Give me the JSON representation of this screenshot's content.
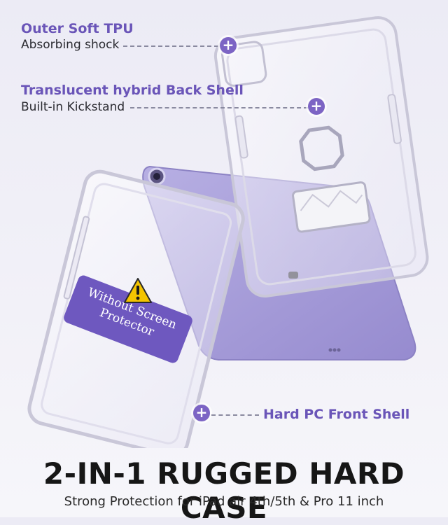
{
  "callouts": {
    "outer_tpu": {
      "title": "Outer Soft TPU",
      "subtitle": "Absorbing shock"
    },
    "back_shell": {
      "title": "Translucent hybrid Back Shell",
      "subtitle": "Built-in Kickstand"
    },
    "front_shell": {
      "title": "Hard PC Front Shell"
    }
  },
  "warning_badge": {
    "line1": "Without Screen",
    "line2": "Protector"
  },
  "plus_symbol": "+",
  "headline": "2-IN-1 RUGGED HARD CASE",
  "subheadline": "Strong Protection for iPad air 4th/5th & Pro 11 inch",
  "colors": {
    "accent": "#6e58bf",
    "tablet": "#a59bd8",
    "warning": "#f4c400",
    "headline": "#161616"
  },
  "icons": [
    "plus-icon",
    "warning-triangle-icon",
    "camera-lens-icon"
  ]
}
